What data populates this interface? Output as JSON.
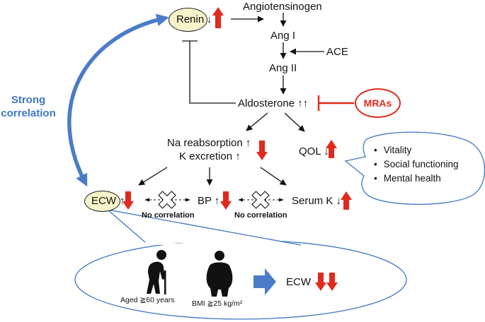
{
  "nodes": {
    "renin": "Renin",
    "renin_arrow": "↓",
    "angiotensinogen": "Angiotensinogen",
    "ang1": "Ang I",
    "ace": "ACE",
    "ang2": "Ang II",
    "aldosterone": "Aldosterone ↑↑",
    "mras": "MRAs",
    "na_reabsorption": "Na reabsorption ↑",
    "k_excretion": "K excretion ↑",
    "qol": "QOL ↓",
    "ecw": "ECW",
    "ecw_arrow": "↑",
    "bp": "BP ↑",
    "serum_k": "Serum K ↓"
  },
  "labels": {
    "strong_correlation": "Strong correlation",
    "no_correlation_left": "No correlation",
    "no_correlation_right": "No correlation"
  },
  "qol_items": [
    "Vitality",
    "Social functioning",
    "Mental health"
  ],
  "risk_factors": {
    "aged": "Aged ≧60 years",
    "bmi": "BMI ≧25 kg/m²",
    "ecw_result": "ECW"
  },
  "colors": {
    "red": "#e02a1e",
    "blue": "#4a7cc9",
    "ellipse_fill": "#f6f2c9"
  },
  "icons": [
    "elderly-person-icon",
    "obese-person-icon",
    "blue-arrow-icon",
    "red-down-arrow-icon",
    "red-up-arrow-icon",
    "no-correlation-x-icon"
  ]
}
